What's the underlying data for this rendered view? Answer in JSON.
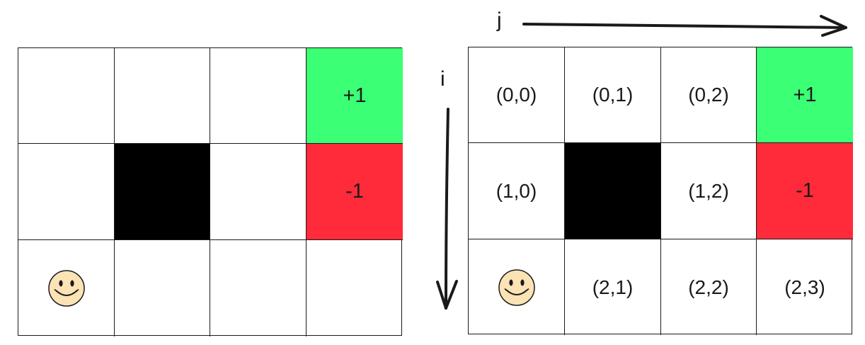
{
  "left_grid": {
    "rows": [
      [
        {
          "label": "",
          "kind": "empty"
        },
        {
          "label": "",
          "kind": "empty"
        },
        {
          "label": "",
          "kind": "empty"
        },
        {
          "label": "+1",
          "kind": "goal"
        }
      ],
      [
        {
          "label": "",
          "kind": "empty"
        },
        {
          "label": "",
          "kind": "wall"
        },
        {
          "label": "",
          "kind": "empty"
        },
        {
          "label": "-1",
          "kind": "pit"
        }
      ],
      [
        {
          "label": "",
          "kind": "agent"
        },
        {
          "label": "",
          "kind": "empty"
        },
        {
          "label": "",
          "kind": "empty"
        },
        {
          "label": "",
          "kind": "empty"
        }
      ]
    ]
  },
  "right_grid": {
    "rows": [
      [
        {
          "label": "(0,0)",
          "kind": "empty"
        },
        {
          "label": "(0,1)",
          "kind": "empty"
        },
        {
          "label": "(0,2)",
          "kind": "empty"
        },
        {
          "label": "+1",
          "kind": "goal"
        }
      ],
      [
        {
          "label": "(1,0)",
          "kind": "empty"
        },
        {
          "label": "",
          "kind": "wall"
        },
        {
          "label": "(1,2)",
          "kind": "empty"
        },
        {
          "label": "-1",
          "kind": "pit"
        }
      ],
      [
        {
          "label": "",
          "kind": "agent"
        },
        {
          "label": "(2,1)",
          "kind": "empty"
        },
        {
          "label": "(2,2)",
          "kind": "empty"
        },
        {
          "label": "(2,3)",
          "kind": "empty"
        }
      ]
    ]
  },
  "axes": {
    "column_axis_label": "j",
    "row_axis_label": "i"
  },
  "colors": {
    "goal": "#3bff74",
    "pit": "#ff2b3a",
    "wall": "#000000",
    "grid_line": "#1a1a1a",
    "smiley_face": "#fbe3b5"
  },
  "icons": {
    "agent": "smiley-face-icon"
  }
}
